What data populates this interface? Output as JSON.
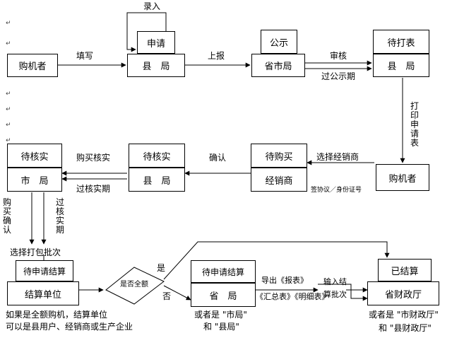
{
  "nodes": {
    "buyer_top": "购机者",
    "county_apply_tag": "申请",
    "county_top": "县　局",
    "publicity_tag": "公示",
    "province_city": "省市局",
    "print_tag": "待打表",
    "county_right": "县　局",
    "buyer_mid": "购机者",
    "await_buy_tag": "待购买",
    "dealer": "经销商",
    "county_verify_tag": "待核实",
    "county_mid": "县　局",
    "city_verify_tag": "待核实",
    "city_mid": "市　局",
    "settle_unit_tag": "待申请结算",
    "settle_unit": "结算单位",
    "decision": "是否全额",
    "province_settle_tag": "待申请结算",
    "province_office": "省　局",
    "settled_tag": "已结算",
    "finance_office": "省财政厅"
  },
  "edges": {
    "enter": "录入",
    "fill": "填写",
    "report": "上报",
    "review": "审核",
    "pass_publicity": "过公示期",
    "print_form": "打印申请表",
    "choose_dealer": "选择经销商",
    "sign_agreement": "签协议／身份证号",
    "confirm": "确认",
    "buy_verify": "购买核实",
    "pass_verify": "过核实期",
    "buy_confirm": "购买确认",
    "pass_verify_v": "过核实期",
    "choose_batch": "选择打包批次",
    "yes": "是",
    "no": "否",
    "export": "导出《报表》",
    "export2": "《汇总表》《明细表》",
    "input_settle": "输入结算批次"
  },
  "notes": {
    "settle_note_1": "如果是全额购机，结算单位",
    "settle_note_2": "可以是县用户、经销商或生产企业",
    "province_note_1": "或者是 \"市局\"",
    "province_note_2": "和 \"县局\"",
    "finance_note_1": "或者是 \"市财政厅\"",
    "finance_note_2": "和 \"县财政厅\""
  },
  "para_mark": "↵"
}
